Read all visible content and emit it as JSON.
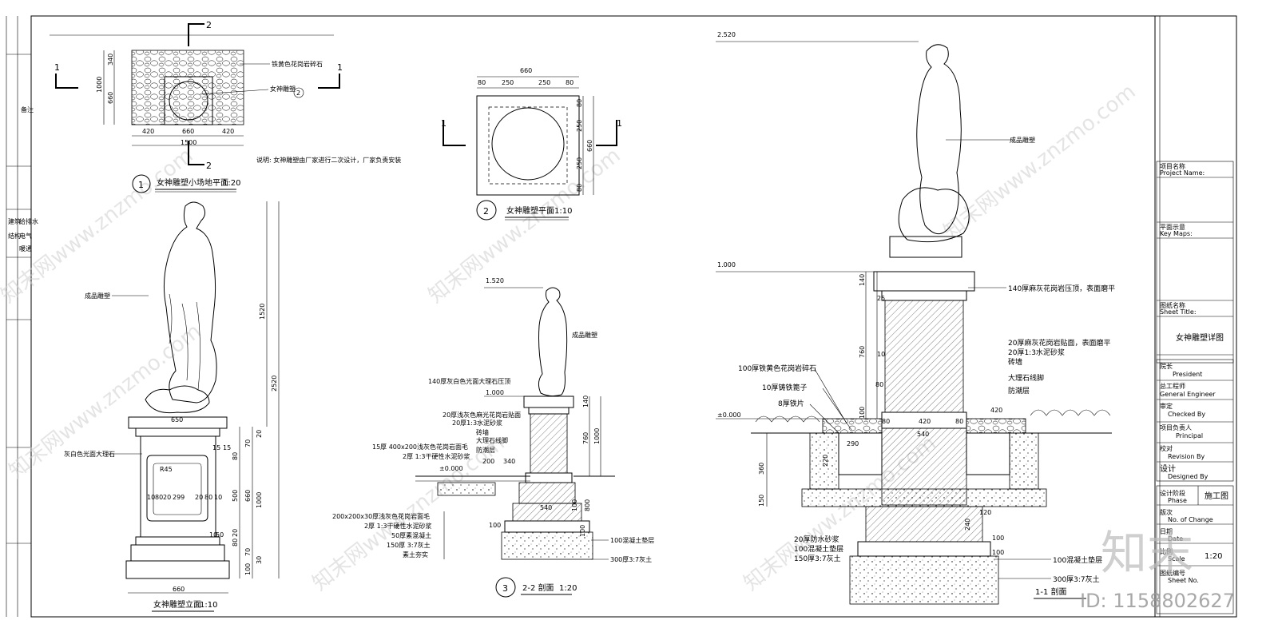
{
  "drawing": {
    "plan_site": {
      "title": "女神雕塑小场地平面",
      "scale": "1:20",
      "index": "1",
      "section_mark_1": "1",
      "section_mark_2": "2",
      "label_gravel": "铁黄色花岗岩碎石",
      "label_statue": "女神雕塑",
      "label_statue_ref": "2",
      "dims": [
        "340",
        "1000",
        "660",
        "420",
        "660",
        "420",
        "1500"
      ],
      "note": "说明: 女神雕塑由厂家进行二次设计，厂家负责安装"
    },
    "plan_statue": {
      "title": "女神雕塑平面",
      "scale": "1:10",
      "index": "2",
      "dims_top": [
        "660",
        "80",
        "250",
        "250",
        "80"
      ],
      "dims_right": [
        "80",
        "250",
        "250",
        "80",
        "660"
      ]
    },
    "elevation": {
      "title": "女神雕塑立面",
      "scale": "1:10",
      "label_statue": "成品雕塑",
      "label_base": "灰白色光面大理石",
      "dims_right": [
        "1520",
        "2520",
        "15",
        "15",
        "20",
        "70",
        "80",
        "500",
        "660",
        "1000",
        "10",
        "50",
        "20",
        "80",
        "70",
        "30",
        "100"
      ],
      "dims_bottom": [
        "660",
        "650"
      ],
      "dims_inner": [
        "10",
        "80",
        "20",
        "299",
        "20",
        "80",
        "10"
      ],
      "r_label": "R45"
    },
    "section_22": {
      "title": "2-2 剖面",
      "scale": "1:20",
      "index": "3",
      "elev_top": "1.520",
      "elev_mid": "1.000",
      "elev_zero": "±0.000",
      "label_statue": "成品雕塑",
      "labels_left": [
        "140厚灰白色光面大理石压顶",
        "20厚浅灰色麻光花岗岩贴面",
        "20厚1:3水泥砂浆",
        "砖墙",
        "大理石线脚",
        "防潮层",
        "15厚 400x200浅灰色花岗岩面毛",
        "2厚 1:3干硬性水泥砂浆"
      ],
      "labels_bottom": [
        "200x200x30厚浅灰色花岗岩面毛",
        "2厚 1:3干硬性水泥砂浆",
        "50厚素混凝土",
        "150厚 3:7灰土",
        "素土夯实"
      ],
      "labels_right": [
        "100混凝土垫层",
        "300厚3:7灰土"
      ],
      "dims": [
        "140",
        "760",
        "1000",
        "200",
        "340",
        "540",
        "100",
        "100",
        "100",
        "800"
      ]
    },
    "section_11": {
      "title": "1-1 剖面",
      "scale": "1:20",
      "elev_top": "2.520",
      "elev_mid": "1.000",
      "elev_zero": "±0.000",
      "label_statue": "成品雕塑",
      "labels_right": [
        "140厚麻灰花岗岩压顶，表面磨平",
        "20厚麻灰花岗岩贴面，表面磨平",
        "20厚1:3水泥砂浆",
        "砖墙",
        "大理石线脚",
        "防潮层",
        "100混凝土垫层",
        "300厚3:7灰土"
      ],
      "labels_left": [
        "100厚铁黄色花岗岩碎石",
        "10厚铸铁篦子",
        "8厚铁片",
        "20厚防水砂浆",
        "100混凝土垫层",
        "150厚3:7灰土"
      ],
      "dims": [
        "140",
        "25",
        "760",
        "10",
        "80",
        "100",
        "80",
        "420",
        "80",
        "540",
        "420",
        "290",
        "220",
        "360",
        "150",
        "120",
        "240",
        "100",
        "100"
      ]
    }
  },
  "title_block": {
    "project_name_label": "项目名称",
    "project_name_en": "Project Name:",
    "key_maps_label": "平面示意",
    "key_maps_en": "Key Maps:",
    "sheet_title_label": "图纸名称",
    "sheet_title_en": "Sheet Title:",
    "sheet_title": "女神雕塑详图",
    "president_label": "院长",
    "president_en": "President",
    "engineer_label": "总工程师",
    "engineer_en": "General Engineer",
    "checked_label": "审定",
    "checked_en": "Checked By",
    "principal_label": "项目负责人",
    "principal_en": "Principal",
    "revision_label": "校对",
    "revision_en": "Revision By",
    "designed_label": "设计",
    "designed_en": "Designed By",
    "phase_label": "设计阶段",
    "phase_en": "Phase",
    "phase_value": "施工图",
    "change_label": "版次",
    "change_en": "No. of Change",
    "date_label": "日期",
    "date_en": "Date",
    "scale_label": "比例",
    "scale_en": "Scale",
    "scale_value": "1:20",
    "sheet_no_label": "图纸编号",
    "sheet_no_en": "Sheet No."
  },
  "left_strip": {
    "label_1": "备注",
    "label_2": "建筑",
    "label_3": "结构",
    "label_4": "给排水",
    "label_5": "电气",
    "label_6": "暖通"
  },
  "watermark": {
    "site": "知末网www.znzmo.com",
    "brand": "知末",
    "id": "ID: 1158802627"
  }
}
